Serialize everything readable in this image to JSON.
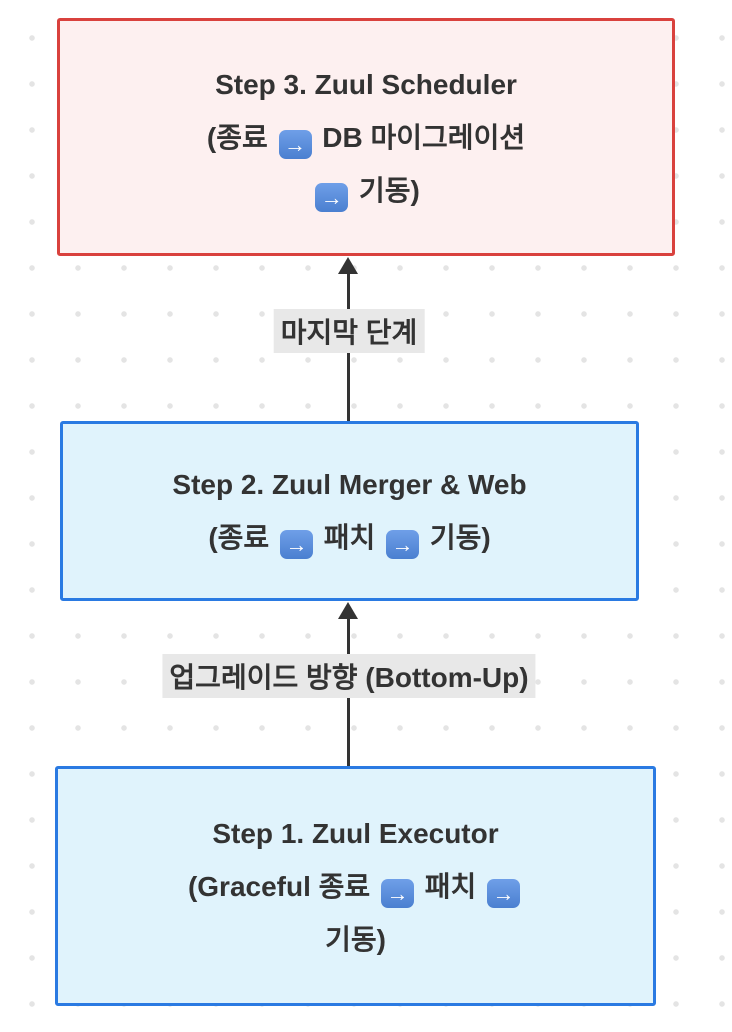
{
  "colors": {
    "red_node_border": "#d9413d",
    "red_node_fill": "#fdf0f0",
    "blue_node_border": "#2a7ae2",
    "blue_node_fill": "#e0f3fc",
    "edge_color": "#333333",
    "edge_label_bg": "#e8e8e8",
    "text_color": "#333333",
    "emoji_arrow_blue": "#4a7fd0",
    "background_dot_color": "#e4e4e4"
  },
  "nodes": [
    {
      "name": "step3-zuul-scheduler",
      "lines": [
        "Step 3. Zuul Scheduler",
        "(종료 ➡ DB 마이그레이션",
        "➡ 기동)"
      ],
      "border_color": "#d9413d",
      "fill_color": "#fdf0f0"
    },
    {
      "name": "step2-zuul-merger-web",
      "lines": [
        "Step 2. Zuul Merger & Web",
        "(종료 ➡ 패치 ➡ 기동)"
      ],
      "border_color": "#2a7ae2",
      "fill_color": "#e0f3fc"
    },
    {
      "name": "step1-zuul-executor",
      "lines": [
        "Step 1. Zuul Executor",
        "(Graceful 종료 ➡ 패치 ➡",
        "기동)"
      ],
      "border_color": "#2a7ae2",
      "fill_color": "#e0f3fc"
    }
  ],
  "edges": [
    {
      "name": "edge-step2-to-step3",
      "label": "마지막 단계"
    },
    {
      "name": "edge-step1-to-step2",
      "label": "업그레이드 방향 (Bottom-Up)"
    }
  ]
}
